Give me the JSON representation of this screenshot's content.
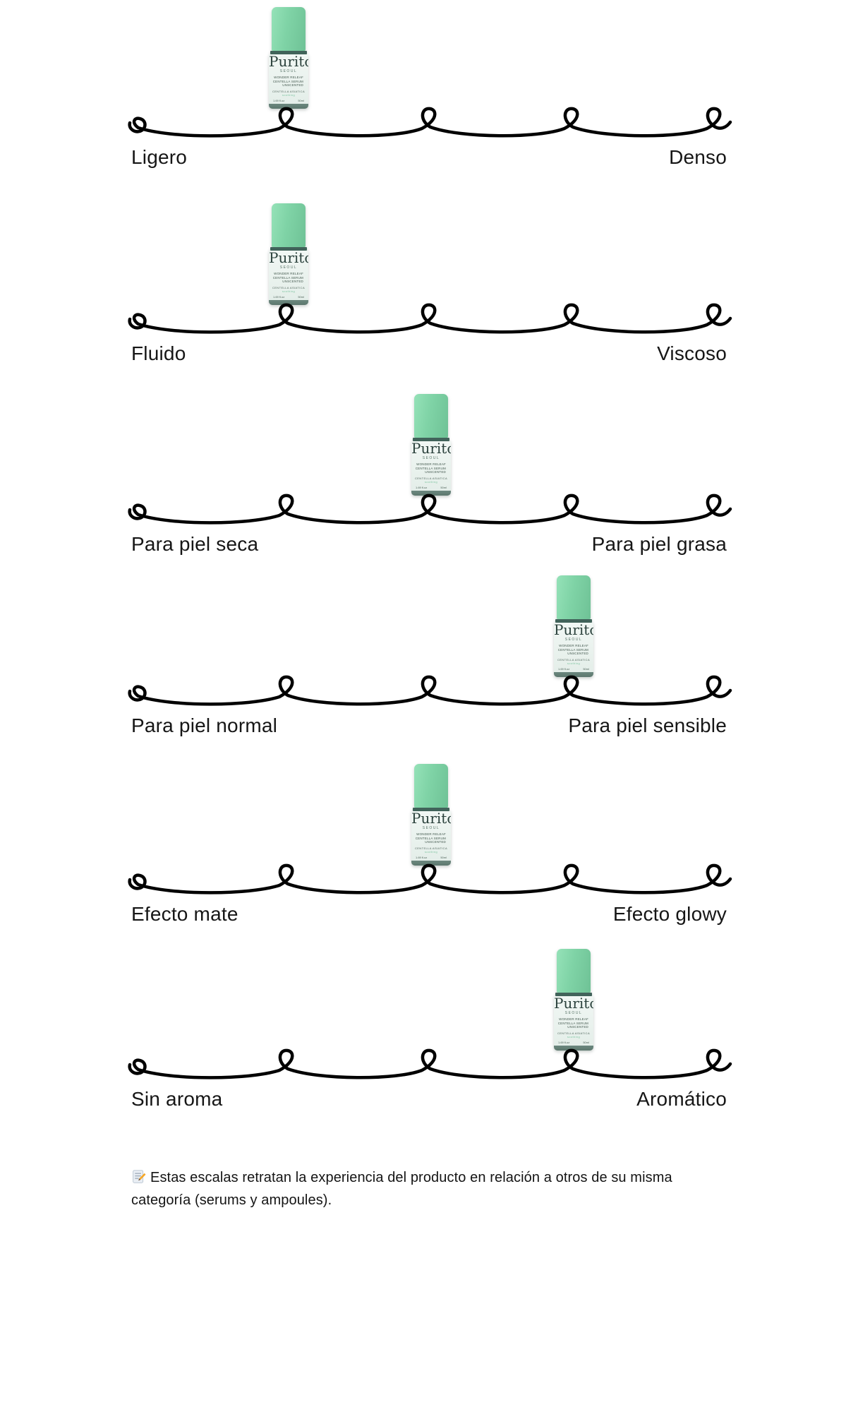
{
  "page": {
    "background": "#ffffff",
    "line_color": "#000000",
    "text_color": "#161616"
  },
  "note": {
    "icon": "memo-emoji",
    "icon_char": "📝",
    "text": "Estas escalas retratan la experiencia del producto en relación a otros de su misma categoría (serums y ampoules)."
  },
  "product": {
    "brand": "Purito",
    "brand_sub": "SEOUL",
    "label_lines": [
      "WONDER RELEAF",
      "CENTELLA SERUM",
      "UNSCENTED"
    ],
    "label_small": "CENTELLA ASIATICA",
    "label_accent": "soothing",
    "label_bottom_left": "1.69 fl.oz",
    "label_bottom_right": "50ml",
    "colors": {
      "cap": "#7fd3a6",
      "cap_ring": "#41635a",
      "body": "#eaf2ee",
      "band": "#64817a",
      "brand_text": "#2c423d",
      "accent_text": "#83c7a4"
    }
  },
  "scales": [
    {
      "left_label": "Ligero",
      "right_label": "Denso",
      "value": 2,
      "max": 5
    },
    {
      "left_label": "Fluido",
      "right_label": "Viscoso",
      "value": 2,
      "max": 5
    },
    {
      "left_label": "Para piel seca",
      "right_label": "Para piel grasa",
      "value": 3,
      "max": 5
    },
    {
      "left_label": "Para piel normal",
      "right_label": "Para piel sensible",
      "value": 4,
      "max": 5
    },
    {
      "left_label": "Efecto mate",
      "right_label": "Efecto glowy",
      "value": 3,
      "max": 5
    },
    {
      "left_label": "Sin aroma",
      "right_label": "Aromático",
      "value": 4,
      "max": 5
    }
  ]
}
